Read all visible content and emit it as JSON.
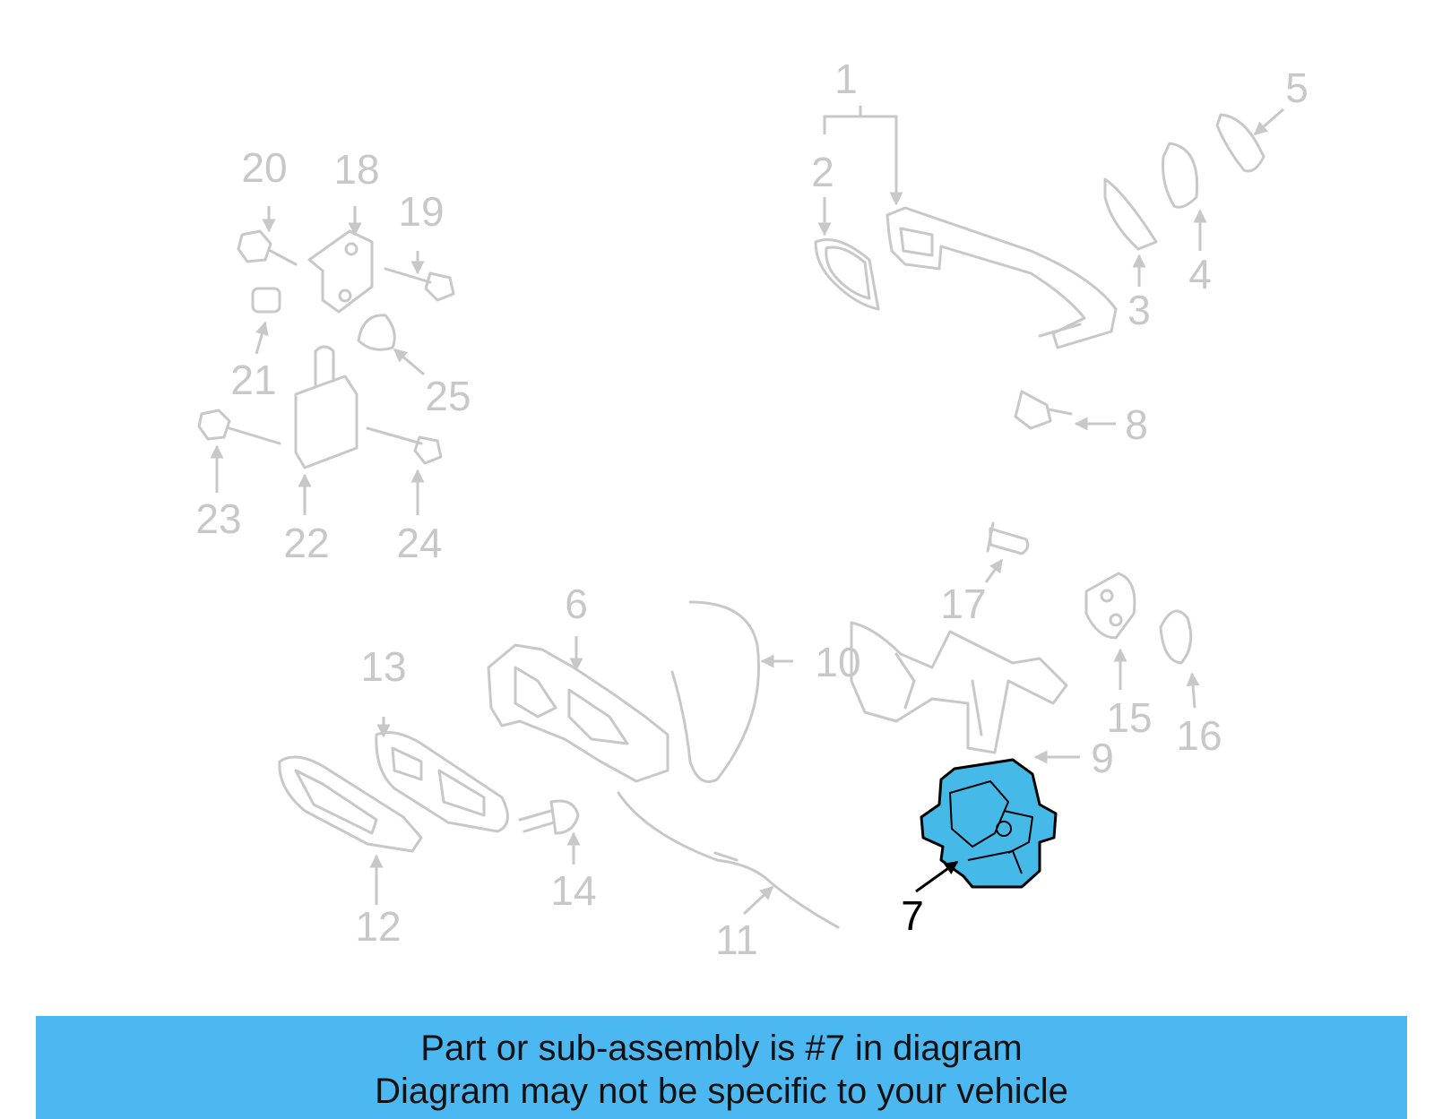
{
  "colors": {
    "background": "#ffffff",
    "parts_gray": "#c8c8c8",
    "highlight_fill": "#45b9e8",
    "highlight_stroke": "#000000",
    "banner": "#4cb8f2"
  },
  "callouts": [
    "1",
    "2",
    "3",
    "4",
    "5",
    "6",
    "7",
    "8",
    "9",
    "10",
    "11",
    "12",
    "13",
    "14",
    "15",
    "16",
    "17",
    "18",
    "19",
    "20",
    "21",
    "22",
    "23",
    "24",
    "25"
  ],
  "highlighted_part": "7",
  "banner": {
    "line1": "Part or sub-assembly is #7 in diagram",
    "line2": "Diagram may not be specific to your vehicle"
  }
}
